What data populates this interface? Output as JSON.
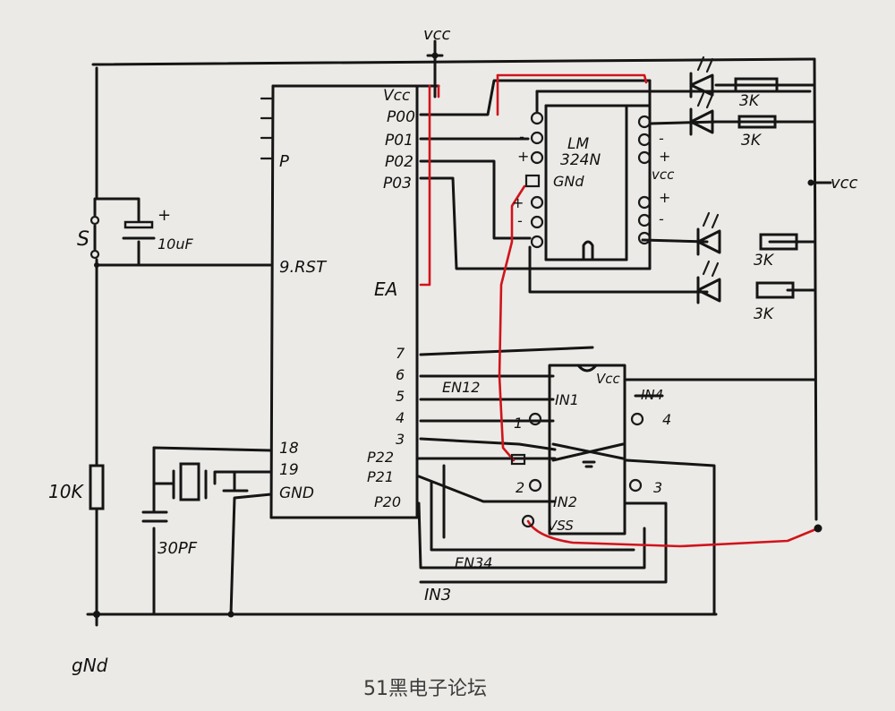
{
  "colors": {
    "paper": "#eceae6",
    "ink": "#151515",
    "red_wire": "#d0141c",
    "watermark": "#3d3d3d"
  },
  "labels": {
    "vcc_top": "vcc",
    "vcc_right": "vcc",
    "vcc_chip": "vcc",
    "gnd": "gNd",
    "switch": "S",
    "cap_10uf": "10uF",
    "plus": "+",
    "minus": "-",
    "res_10k": "10K",
    "cap_30pf": "30PF"
  },
  "mcu": {
    "pins": {
      "vcc": "Vcc",
      "p00": "P00",
      "p01": "P01",
      "p02": "P02",
      "p03": "P03",
      "p": "P",
      "rst": "9.RST",
      "ea": "EA",
      "n7": "7",
      "n6": "6",
      "n5": "5",
      "n4": "4",
      "n3": "3",
      "p22": "P22",
      "p21": "P21",
      "p20": "P20",
      "n18": "18",
      "n19": "19",
      "gnd": "GND"
    }
  },
  "comparator": {
    "name_line1": "LM",
    "name_line2": "324N",
    "gnd": "GNd"
  },
  "leds": {
    "res1": "3K",
    "res2": "3K",
    "res3": "3K",
    "res4": "3K"
  },
  "driver": {
    "en12": "EN12",
    "en34": "EN34",
    "in1": "IN1",
    "in2": "IN2",
    "in3": "IN3",
    "in4": "IN4",
    "vcc": "Vcc",
    "vss": "VSS",
    "out1": "1",
    "out2": "2",
    "out3": "3",
    "out4": "4"
  },
  "watermark": "51黑电子论坛"
}
